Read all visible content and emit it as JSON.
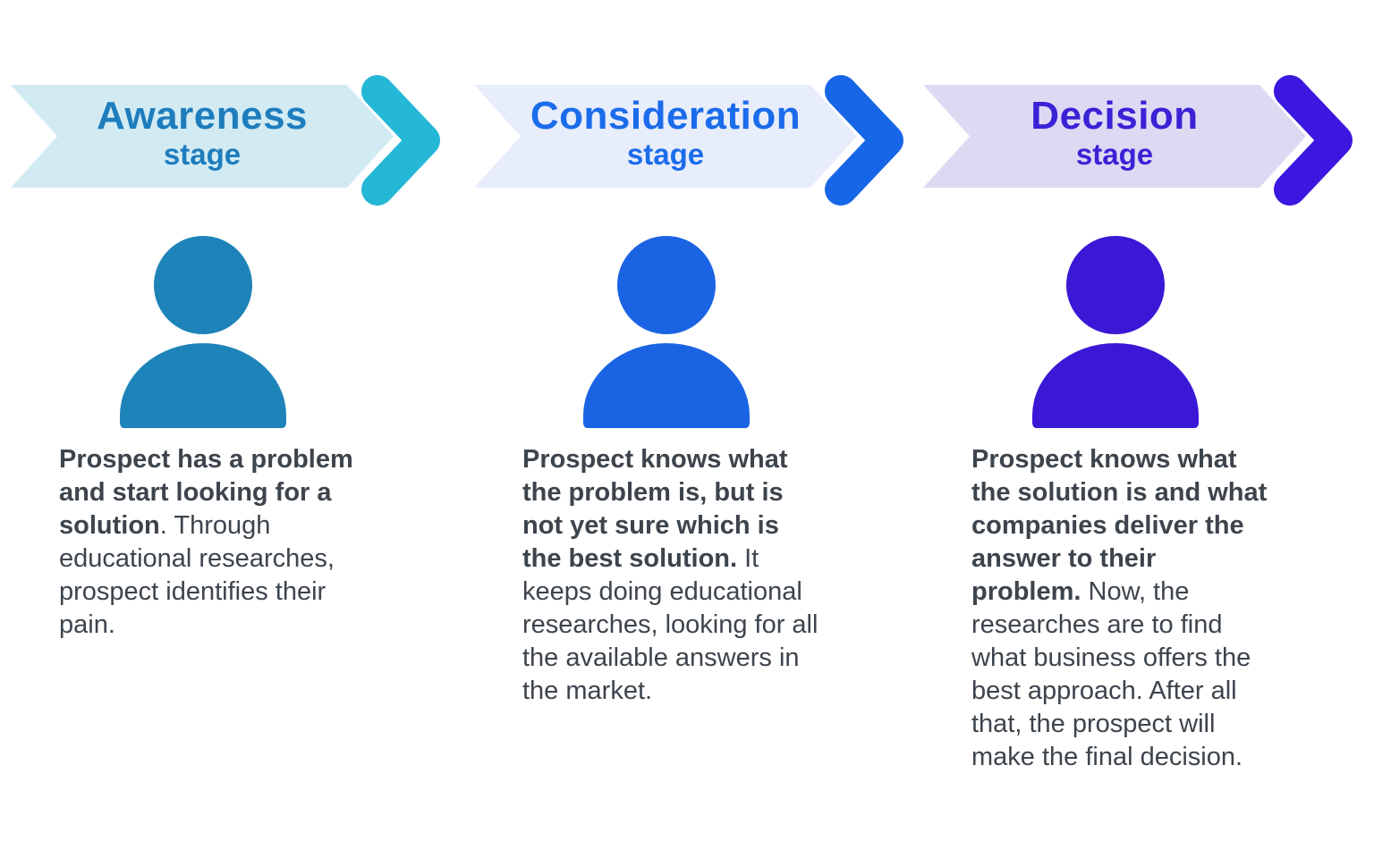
{
  "text_color": "#3d444c",
  "stages": [
    {
      "name": "Awareness",
      "stage_word": "stage",
      "colors": {
        "banner_bg": "#d2ebf3",
        "banner_text": "#1e7dbd",
        "chevron": "#24b7d6",
        "person": "#1d83b8"
      },
      "description": {
        "bold": "Prospect has a problem and start looking for a solution",
        "regular": ". Through educational researches, prospect identifies their pain."
      }
    },
    {
      "name": "Consideration",
      "stage_word": "stage",
      "colors": {
        "banner_bg": "#e8edfb",
        "banner_text": "#1b6ceb",
        "chevron": "#1766e8",
        "person": "#1a64e4"
      },
      "description": {
        "bold": "Prospect knows what the problem is, but is not yet sure which is the best solution.",
        "regular": " It keeps doing educational researches, looking for all the available answers in the market."
      }
    },
    {
      "name": "Decision",
      "stage_word": "stage",
      "colors": {
        "banner_bg": "#ded9f3",
        "banner_text": "#3a22d6",
        "chevron": "#3b17df",
        "person": "#3a18d5"
      },
      "description": {
        "bold": "Prospect knows what the solution is and what companies deliver the answer to their problem.",
        "regular": " Now, the researches are to find what business offers the best approach. After all that, the prospect will make the final decision."
      }
    }
  ]
}
